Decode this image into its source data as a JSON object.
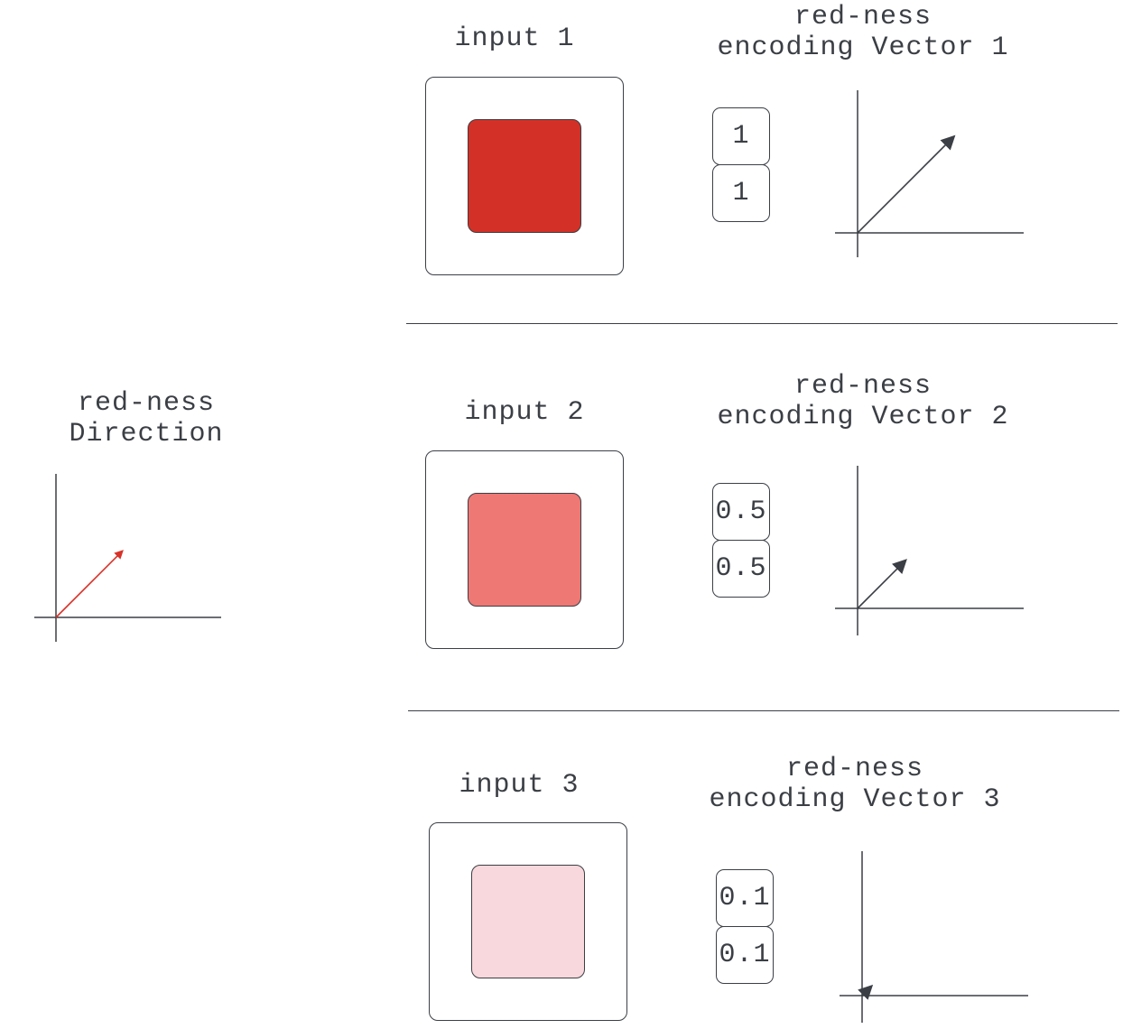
{
  "direction": {
    "title": "red-ness\nDirection",
    "vector": [
      1,
      1
    ],
    "magnitude": 0.7,
    "arrow_color": "#d83228",
    "axis_color": "#3b3f45"
  },
  "rows": [
    {
      "input_label": "input 1",
      "vector_title": "red-ness\nencoding Vector 1",
      "swatch_color": "#d33127",
      "values": [
        "1",
        "1"
      ],
      "vector": [
        1,
        1
      ],
      "arrow_color": "#3b3f45"
    },
    {
      "input_label": "input 2",
      "vector_title": "red-ness\nencoding Vector 2",
      "swatch_color": "#ee7874",
      "values": [
        "0.5",
        "0.5"
      ],
      "vector": [
        0.5,
        0.5
      ],
      "arrow_color": "#3b3f45"
    },
    {
      "input_label": "input 3",
      "vector_title": "red-ness\nencoding Vector 3",
      "swatch_color": "#f8d8dc",
      "values": [
        "0.1",
        "0.1"
      ],
      "vector": [
        0.1,
        0.1
      ],
      "arrow_color": "#3b3f45"
    }
  ]
}
